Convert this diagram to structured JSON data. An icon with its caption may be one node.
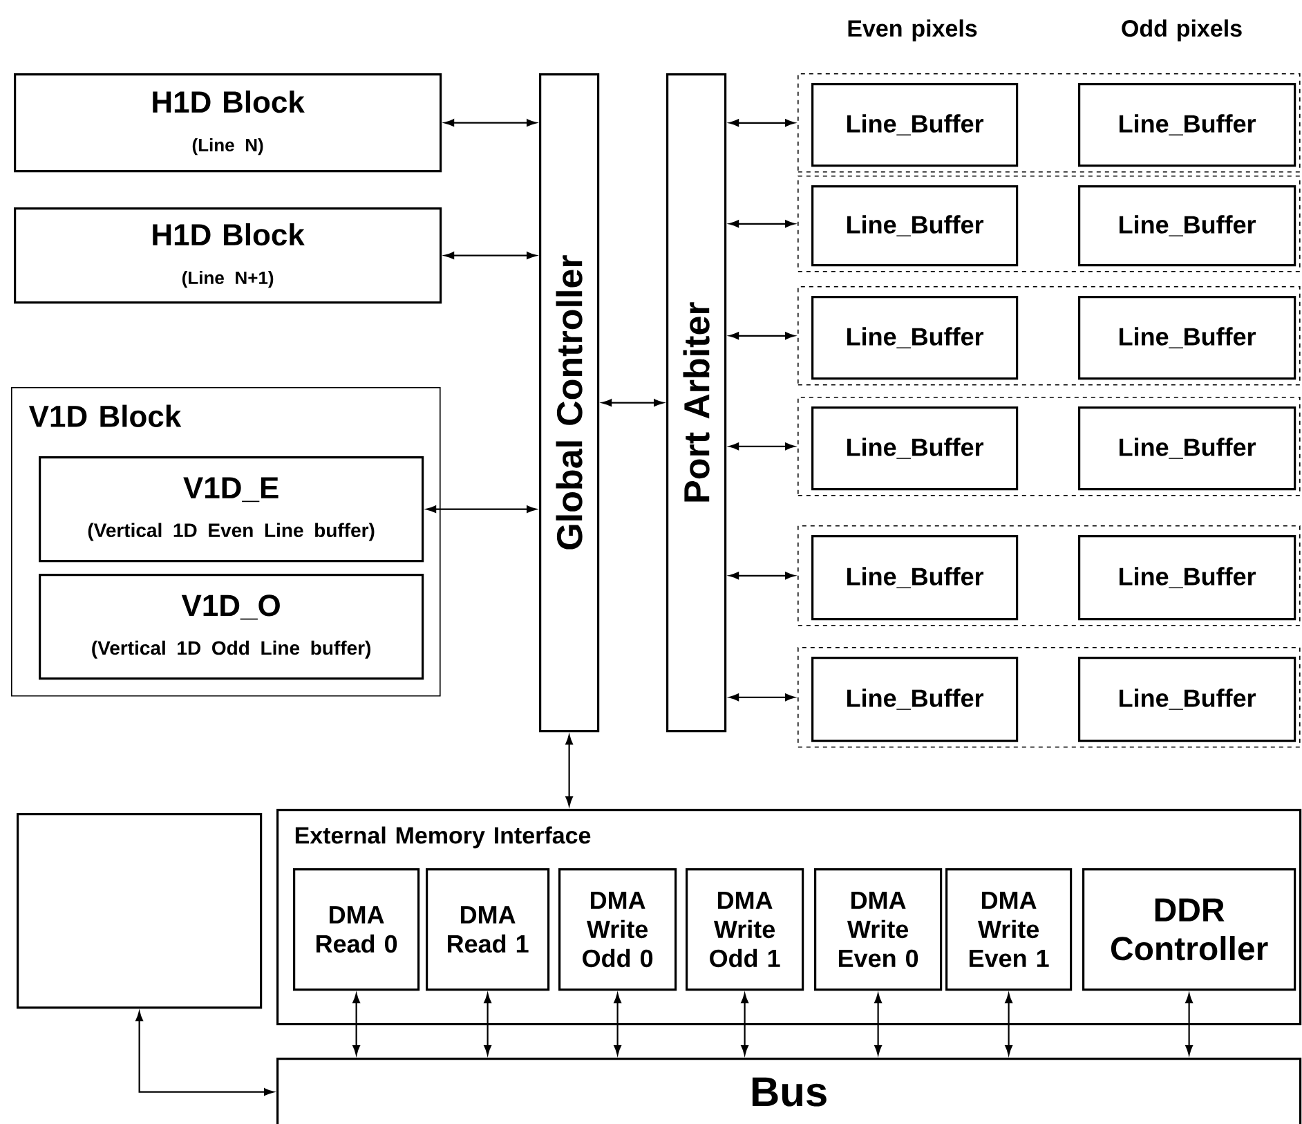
{
  "diagram": {
    "nodes": [
      {
        "text": [
          "H1D Block",
          "(Line N)"
        ]
      },
      {
        "text": [
          "H1D Block",
          "(Line N+1)"
        ]
      },
      {
        "text": [
          "V1D Block"
        ]
      },
      {
        "text": [
          "V1D_E",
          "(Vertical 1D Even Line buffer)"
        ],
        "in": 2
      },
      {
        "text": [
          "V1D_O",
          "(Vertical 1D Odd Line buffer)"
        ],
        "in": 2
      },
      {
        "text": [
          "Global Controller"
        ]
      },
      {
        "text": [
          "Port Arbiter"
        ]
      },
      {
        "text": [],
        "shape": "box"
      },
      {
        "text": [],
        "shape": "box"
      },
      {
        "text": [],
        "shape": "box"
      },
      {
        "text": [],
        "shape": "box"
      },
      {
        "text": [],
        "shape": "box"
      },
      {
        "text": [],
        "shape": "box"
      },
      {
        "text": [
          "Line_Buffer"
        ],
        "in": 7
      },
      {
        "text": [
          "Line_Buffer"
        ],
        "in": 7
      },
      {
        "text": [
          "Line_Buffer"
        ],
        "in": 8
      },
      {
        "text": [
          "Line_Buffer"
        ],
        "in": 8
      },
      {
        "text": [
          "Line_Buffer"
        ],
        "in": 9
      },
      {
        "text": [
          "Line_Buffer"
        ],
        "in": 9
      },
      {
        "text": [
          "Line_Buffer"
        ],
        "in": 10
      },
      {
        "text": [
          "Line_Buffer"
        ],
        "in": 10
      },
      {
        "text": [
          "Line_Buffer"
        ],
        "in": 11
      },
      {
        "text": [
          "Line_Buffer"
        ],
        "in": 11
      },
      {
        "text": [
          "Line_Buffer"
        ],
        "in": 12
      },
      {
        "text": [
          "Line_Buffer"
        ],
        "in": 12
      },
      {
        "text": [],
        "shape": "box"
      },
      {
        "text": [
          "External Memory Interface"
        ]
      },
      {
        "text": [
          "DMA Read 0"
        ],
        "in": 26
      },
      {
        "text": [
          "DMA Read 1"
        ],
        "in": 26
      },
      {
        "text": [
          "DMA Write Odd 0"
        ],
        "in": 26
      },
      {
        "text": [
          "DMA Write Odd 1"
        ],
        "in": 26
      },
      {
        "text": [
          "DMA Write Even 0"
        ],
        "in": 26
      },
      {
        "text": [
          "DMA Write Even 1"
        ],
        "in": 26
      },
      {
        "text": [
          "DDR Controller"
        ],
        "in": 26
      },
      {
        "text": [
          "Bus"
        ]
      }
    ],
    "edges": [
      {
        "from": 0,
        "to": 5,
        "arrow": "both"
      },
      {
        "from": 1,
        "to": 5,
        "arrow": "both"
      },
      {
        "from": 3,
        "to": 5,
        "arrow": "both"
      },
      {
        "from": 5,
        "to": 6,
        "arrow": "both"
      },
      {
        "from": 6,
        "to": 7,
        "arrow": "both"
      },
      {
        "from": 6,
        "to": 8,
        "arrow": "both"
      },
      {
        "from": 6,
        "to": 9,
        "arrow": "both"
      },
      {
        "from": 6,
        "to": 10,
        "arrow": "both"
      },
      {
        "from": 6,
        "to": 11,
        "arrow": "both"
      },
      {
        "from": 6,
        "to": 12,
        "arrow": "both"
      },
      {
        "from": 5,
        "to": 26,
        "arrow": "both"
      },
      {
        "from": 27,
        "to": 34,
        "arrow": "both"
      },
      {
        "from": 28,
        "to": 34,
        "arrow": "both"
      },
      {
        "from": 29,
        "to": 34,
        "arrow": "both"
      },
      {
        "from": 30,
        "to": 34,
        "arrow": "both"
      },
      {
        "from": 31,
        "to": 34,
        "arrow": "both"
      },
      {
        "from": 32,
        "to": 34,
        "arrow": "both"
      },
      {
        "from": 33,
        "to": 34,
        "arrow": "both"
      },
      {
        "from": 25,
        "to": 34,
        "arrow": "both"
      }
    ],
    "labels": [
      "Even pixels",
      "Odd pixels"
    ]
  }
}
